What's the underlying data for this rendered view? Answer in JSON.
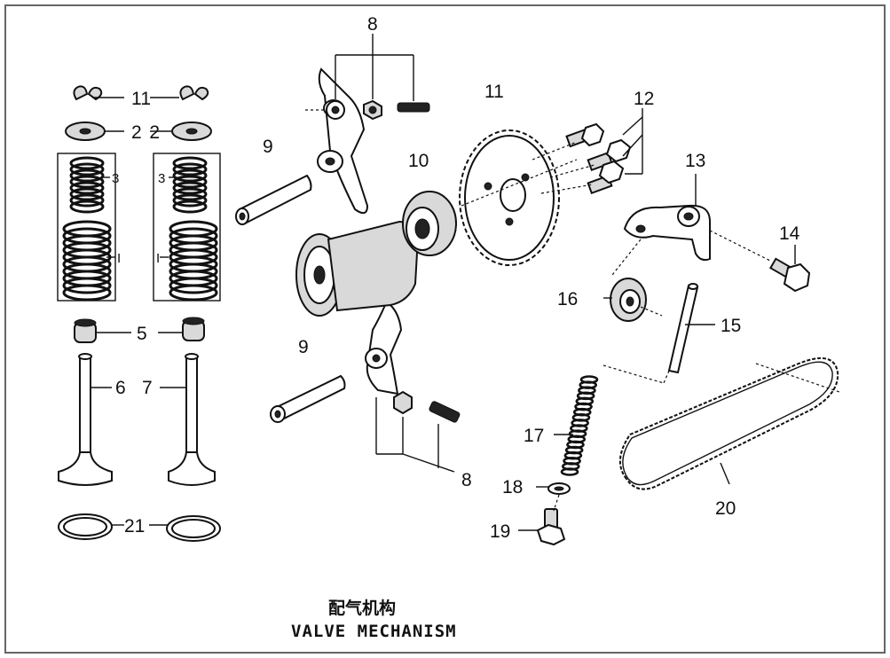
{
  "diagram": {
    "title_cn": "配气机构",
    "title_en": "VALVE MECHANISM",
    "callouts": {
      "c1a": "1",
      "c1b": "1",
      "c2a": "2",
      "c2b": "2",
      "c3a": "3",
      "c3b": "3",
      "c4a": "I",
      "c4b": "I",
      "c5": "5",
      "c6": "6",
      "c7": "7",
      "c8a": "8",
      "c8b": "8",
      "c9a": "9",
      "c9b": "9",
      "c10": "10",
      "c11": "11",
      "c12": "12",
      "c13": "13",
      "c14": "14",
      "c15": "15",
      "c16": "16",
      "c17": "17",
      "c18": "18",
      "c19": "19",
      "c20": "20",
      "c21": "21"
    }
  }
}
